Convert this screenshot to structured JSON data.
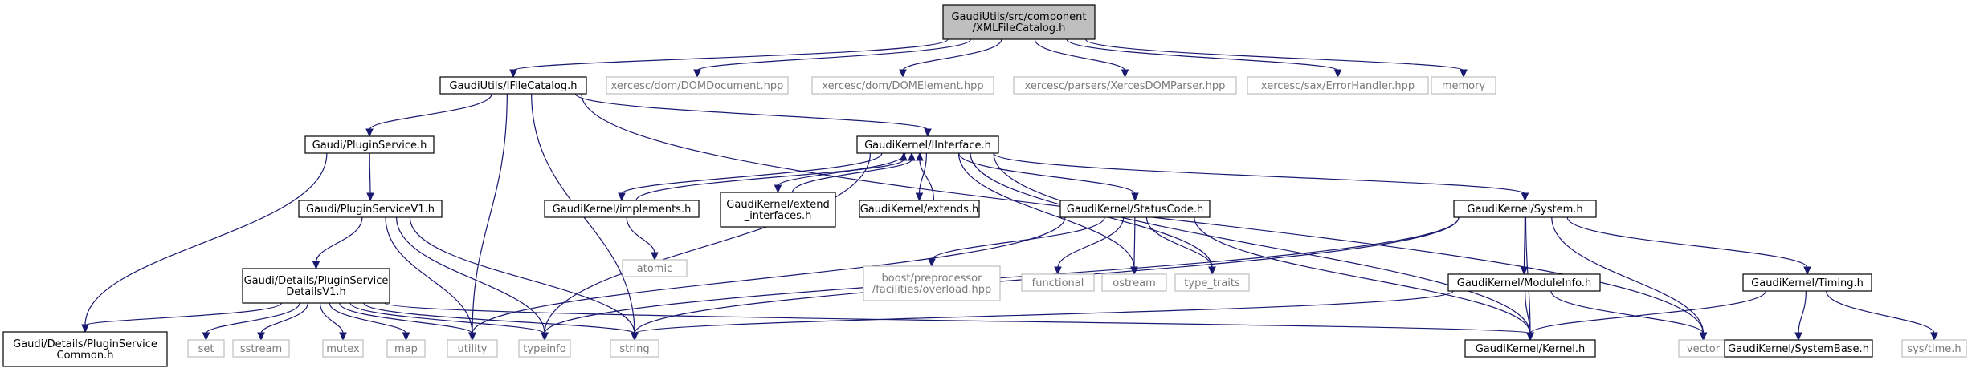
{
  "colors": {
    "edge": "#191970",
    "root_fill": "#bfbfbf",
    "doc_border": "#000000",
    "ext_border": "#bfbfbf",
    "ext_text": "#7a7a7a"
  },
  "nodes": [
    {
      "id": "root",
      "kind": "root",
      "lines": [
        "GaudiUtils/src/component",
        "/XMLFileCatalog.h"
      ]
    },
    {
      "id": "ifilecat",
      "kind": "doc",
      "lines": [
        "GaudiUtils/IFileCatalog.h"
      ]
    },
    {
      "id": "domdoc",
      "kind": "ext",
      "lines": [
        "xercesc/dom/DOMDocument.hpp"
      ]
    },
    {
      "id": "domel",
      "kind": "ext",
      "lines": [
        "xercesc/dom/DOMElement.hpp"
      ]
    },
    {
      "id": "xparser",
      "kind": "ext",
      "lines": [
        "xercesc/parsers/XercesDOMParser.hpp"
      ]
    },
    {
      "id": "errh",
      "kind": "ext",
      "lines": [
        "xercesc/sax/ErrorHandler.hpp"
      ]
    },
    {
      "id": "memory",
      "kind": "ext",
      "lines": [
        "memory"
      ]
    },
    {
      "id": "plugsvc",
      "kind": "doc",
      "lines": [
        "Gaudi/PluginService.h"
      ]
    },
    {
      "id": "iinterface",
      "kind": "doc",
      "lines": [
        "GaudiKernel/IInterface.h"
      ]
    },
    {
      "id": "implements",
      "kind": "doc",
      "lines": [
        "GaudiKernel/implements.h"
      ]
    },
    {
      "id": "extendif",
      "kind": "doc",
      "lines": [
        "GaudiKernel/extend",
        "_interfaces.h"
      ]
    },
    {
      "id": "extends",
      "kind": "doc",
      "lines": [
        "GaudiKernel/extends.h"
      ]
    },
    {
      "id": "statuscode",
      "kind": "doc",
      "lines": [
        "GaudiKernel/StatusCode.h"
      ]
    },
    {
      "id": "system",
      "kind": "doc",
      "lines": [
        "GaudiKernel/System.h"
      ]
    },
    {
      "id": "plugsvcv1",
      "kind": "doc",
      "lines": [
        "Gaudi/PluginServiceV1.h"
      ]
    },
    {
      "id": "atomic",
      "kind": "ext",
      "lines": [
        "atomic"
      ]
    },
    {
      "id": "detailsv1",
      "kind": "doc",
      "lines": [
        "Gaudi/Details/PluginService",
        "DetailsV1.h"
      ]
    },
    {
      "id": "boostpp",
      "kind": "ext",
      "lines": [
        "boost/preprocessor",
        "/facilities/overload.hpp"
      ]
    },
    {
      "id": "functional",
      "kind": "ext",
      "lines": [
        "functional"
      ]
    },
    {
      "id": "ostream",
      "kind": "ext",
      "lines": [
        "ostream"
      ]
    },
    {
      "id": "typetraits",
      "kind": "ext",
      "lines": [
        "type_traits"
      ]
    },
    {
      "id": "moduleinfo",
      "kind": "doc",
      "lines": [
        "GaudiKernel/ModuleInfo.h"
      ]
    },
    {
      "id": "timing",
      "kind": "doc",
      "lines": [
        "GaudiKernel/Timing.h"
      ]
    },
    {
      "id": "common",
      "kind": "doc",
      "lines": [
        "Gaudi/Details/PluginService",
        "Common.h"
      ]
    },
    {
      "id": "set",
      "kind": "ext",
      "lines": [
        "set"
      ]
    },
    {
      "id": "sstream",
      "kind": "ext",
      "lines": [
        "sstream"
      ]
    },
    {
      "id": "mutex",
      "kind": "ext",
      "lines": [
        "mutex"
      ]
    },
    {
      "id": "map",
      "kind": "ext",
      "lines": [
        "map"
      ]
    },
    {
      "id": "utility",
      "kind": "ext",
      "lines": [
        "utility"
      ]
    },
    {
      "id": "typeinfo",
      "kind": "ext",
      "lines": [
        "typeinfo"
      ]
    },
    {
      "id": "string",
      "kind": "ext",
      "lines": [
        "string"
      ]
    },
    {
      "id": "kernel",
      "kind": "doc",
      "lines": [
        "GaudiKernel/Kernel.h"
      ]
    },
    {
      "id": "vector",
      "kind": "ext",
      "lines": [
        "vector"
      ]
    },
    {
      "id": "sysbase",
      "kind": "doc",
      "lines": [
        "GaudiKernel/SystemBase.h"
      ]
    },
    {
      "id": "systime",
      "kind": "ext",
      "lines": [
        "sys/time.h"
      ]
    }
  ],
  "edges": [
    [
      "root",
      "ifilecat"
    ],
    [
      "root",
      "domdoc"
    ],
    [
      "root",
      "domel"
    ],
    [
      "root",
      "xparser"
    ],
    [
      "root",
      "errh"
    ],
    [
      "root",
      "memory"
    ],
    [
      "ifilecat",
      "plugsvc"
    ],
    [
      "ifilecat",
      "iinterface"
    ],
    [
      "ifilecat",
      "utility"
    ],
    [
      "ifilecat",
      "string"
    ],
    [
      "ifilecat",
      "vector"
    ],
    [
      "plugsvc",
      "plugsvcv1"
    ],
    [
      "plugsvc",
      "common"
    ],
    [
      "plugsvcv1",
      "detailsv1"
    ],
    [
      "plugsvcv1",
      "string"
    ],
    [
      "plugsvcv1",
      "typeinfo"
    ],
    [
      "plugsvcv1",
      "utility"
    ],
    [
      "detailsv1",
      "common"
    ],
    [
      "detailsv1",
      "set"
    ],
    [
      "detailsv1",
      "sstream"
    ],
    [
      "detailsv1",
      "mutex"
    ],
    [
      "detailsv1",
      "map"
    ],
    [
      "detailsv1",
      "utility"
    ],
    [
      "detailsv1",
      "typeinfo"
    ],
    [
      "detailsv1",
      "string"
    ],
    [
      "detailsv1",
      "kernel"
    ],
    [
      "iinterface",
      "implements"
    ],
    [
      "iinterface",
      "extendif"
    ],
    [
      "iinterface",
      "extends"
    ],
    [
      "iinterface",
      "statuscode"
    ],
    [
      "iinterface",
      "system"
    ],
    [
      "iinterface",
      "ostream"
    ],
    [
      "iinterface",
      "typetraits"
    ],
    [
      "iinterface",
      "typeinfo"
    ],
    [
      "iinterface",
      "kernel"
    ],
    [
      "implements",
      "iinterface"
    ],
    [
      "implements",
      "atomic"
    ],
    [
      "extendif",
      "iinterface"
    ],
    [
      "extends",
      "iinterface"
    ],
    [
      "statuscode",
      "boostpp"
    ],
    [
      "statuscode",
      "functional"
    ],
    [
      "statuscode",
      "ostream"
    ],
    [
      "statuscode",
      "typetraits"
    ],
    [
      "statuscode",
      "utility"
    ],
    [
      "statuscode",
      "kernel"
    ],
    [
      "system",
      "moduleinfo"
    ],
    [
      "system",
      "timing"
    ],
    [
      "system",
      "kernel"
    ],
    [
      "system",
      "typeinfo"
    ],
    [
      "system",
      "string"
    ],
    [
      "system",
      "vector"
    ],
    [
      "moduleinfo",
      "kernel"
    ],
    [
      "moduleinfo",
      "string"
    ],
    [
      "moduleinfo",
      "vector"
    ],
    [
      "timing",
      "sysbase"
    ],
    [
      "timing",
      "systime"
    ],
    [
      "timing",
      "kernel"
    ]
  ]
}
